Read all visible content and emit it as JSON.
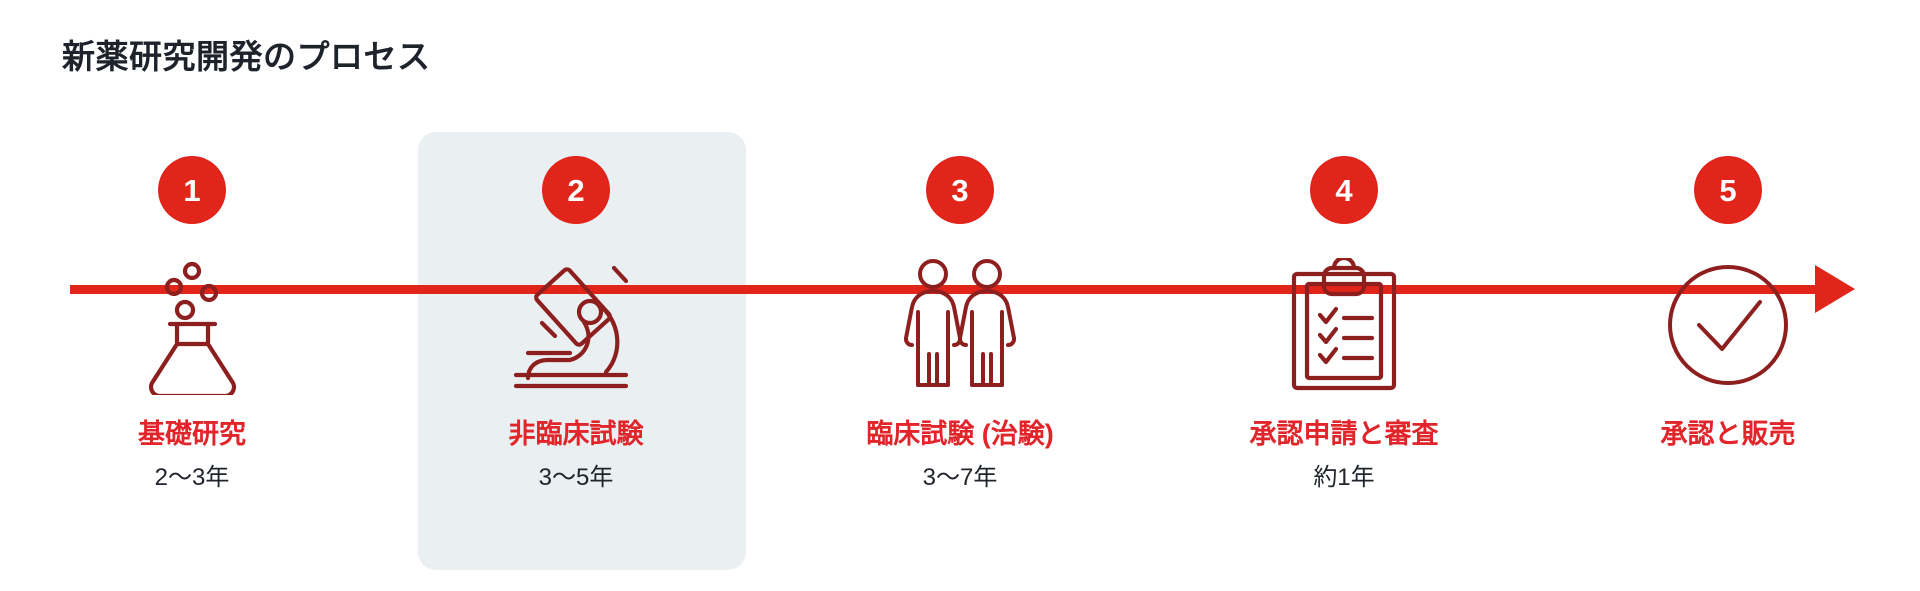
{
  "header": {
    "title": "新薬研究開発のプロセス"
  },
  "colors": {
    "accent_red": "#e1251b",
    "label_red": "#e1252a",
    "icon_maroon": "#8e1f1f",
    "highlight_card_bg": "#eaeff2",
    "title_text": "#1d222b",
    "duration_text": "#20242c",
    "page_bg": "#ffffff"
  },
  "timeline": {
    "direction": "left-to-right",
    "arrow_head": "right-arrow-icon"
  },
  "steps": [
    {
      "number": "1",
      "icon": "flask-icon",
      "label": "基礎研究",
      "duration": "2〜3年",
      "highlighted": false
    },
    {
      "number": "2",
      "icon": "microscope-icon",
      "label": "非臨床試験",
      "duration": "3〜5年",
      "highlighted": true
    },
    {
      "number": "3",
      "icon": "two-people-icon",
      "label": "臨床試験 (治験)",
      "duration": "3〜7年",
      "highlighted": false
    },
    {
      "number": "4",
      "icon": "clipboard-checklist-icon",
      "label": "承認申請と審査",
      "duration": "約1年",
      "highlighted": false
    },
    {
      "number": "5",
      "icon": "check-circle-icon",
      "label": "承認と販売",
      "duration": "",
      "highlighted": false
    }
  ]
}
